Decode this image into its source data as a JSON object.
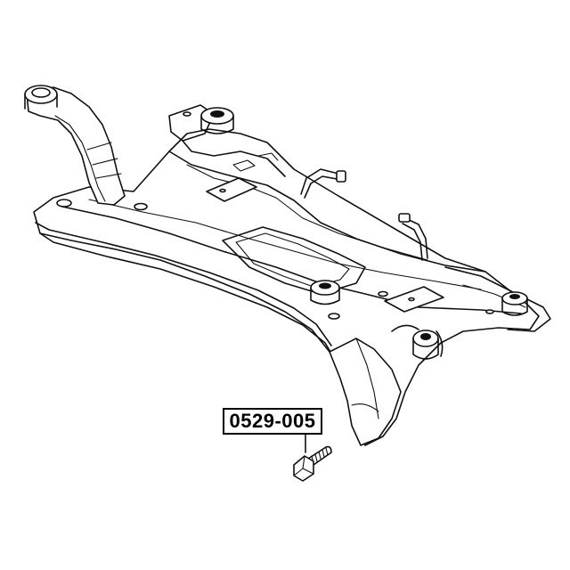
{
  "callout": {
    "part_number": "0529-005"
  },
  "parts": {
    "assembly": "front-subframe-crossmember",
    "highlighted_part": "mounting-bolt"
  },
  "colors": {
    "line": "#111111",
    "background": "#ffffff"
  }
}
